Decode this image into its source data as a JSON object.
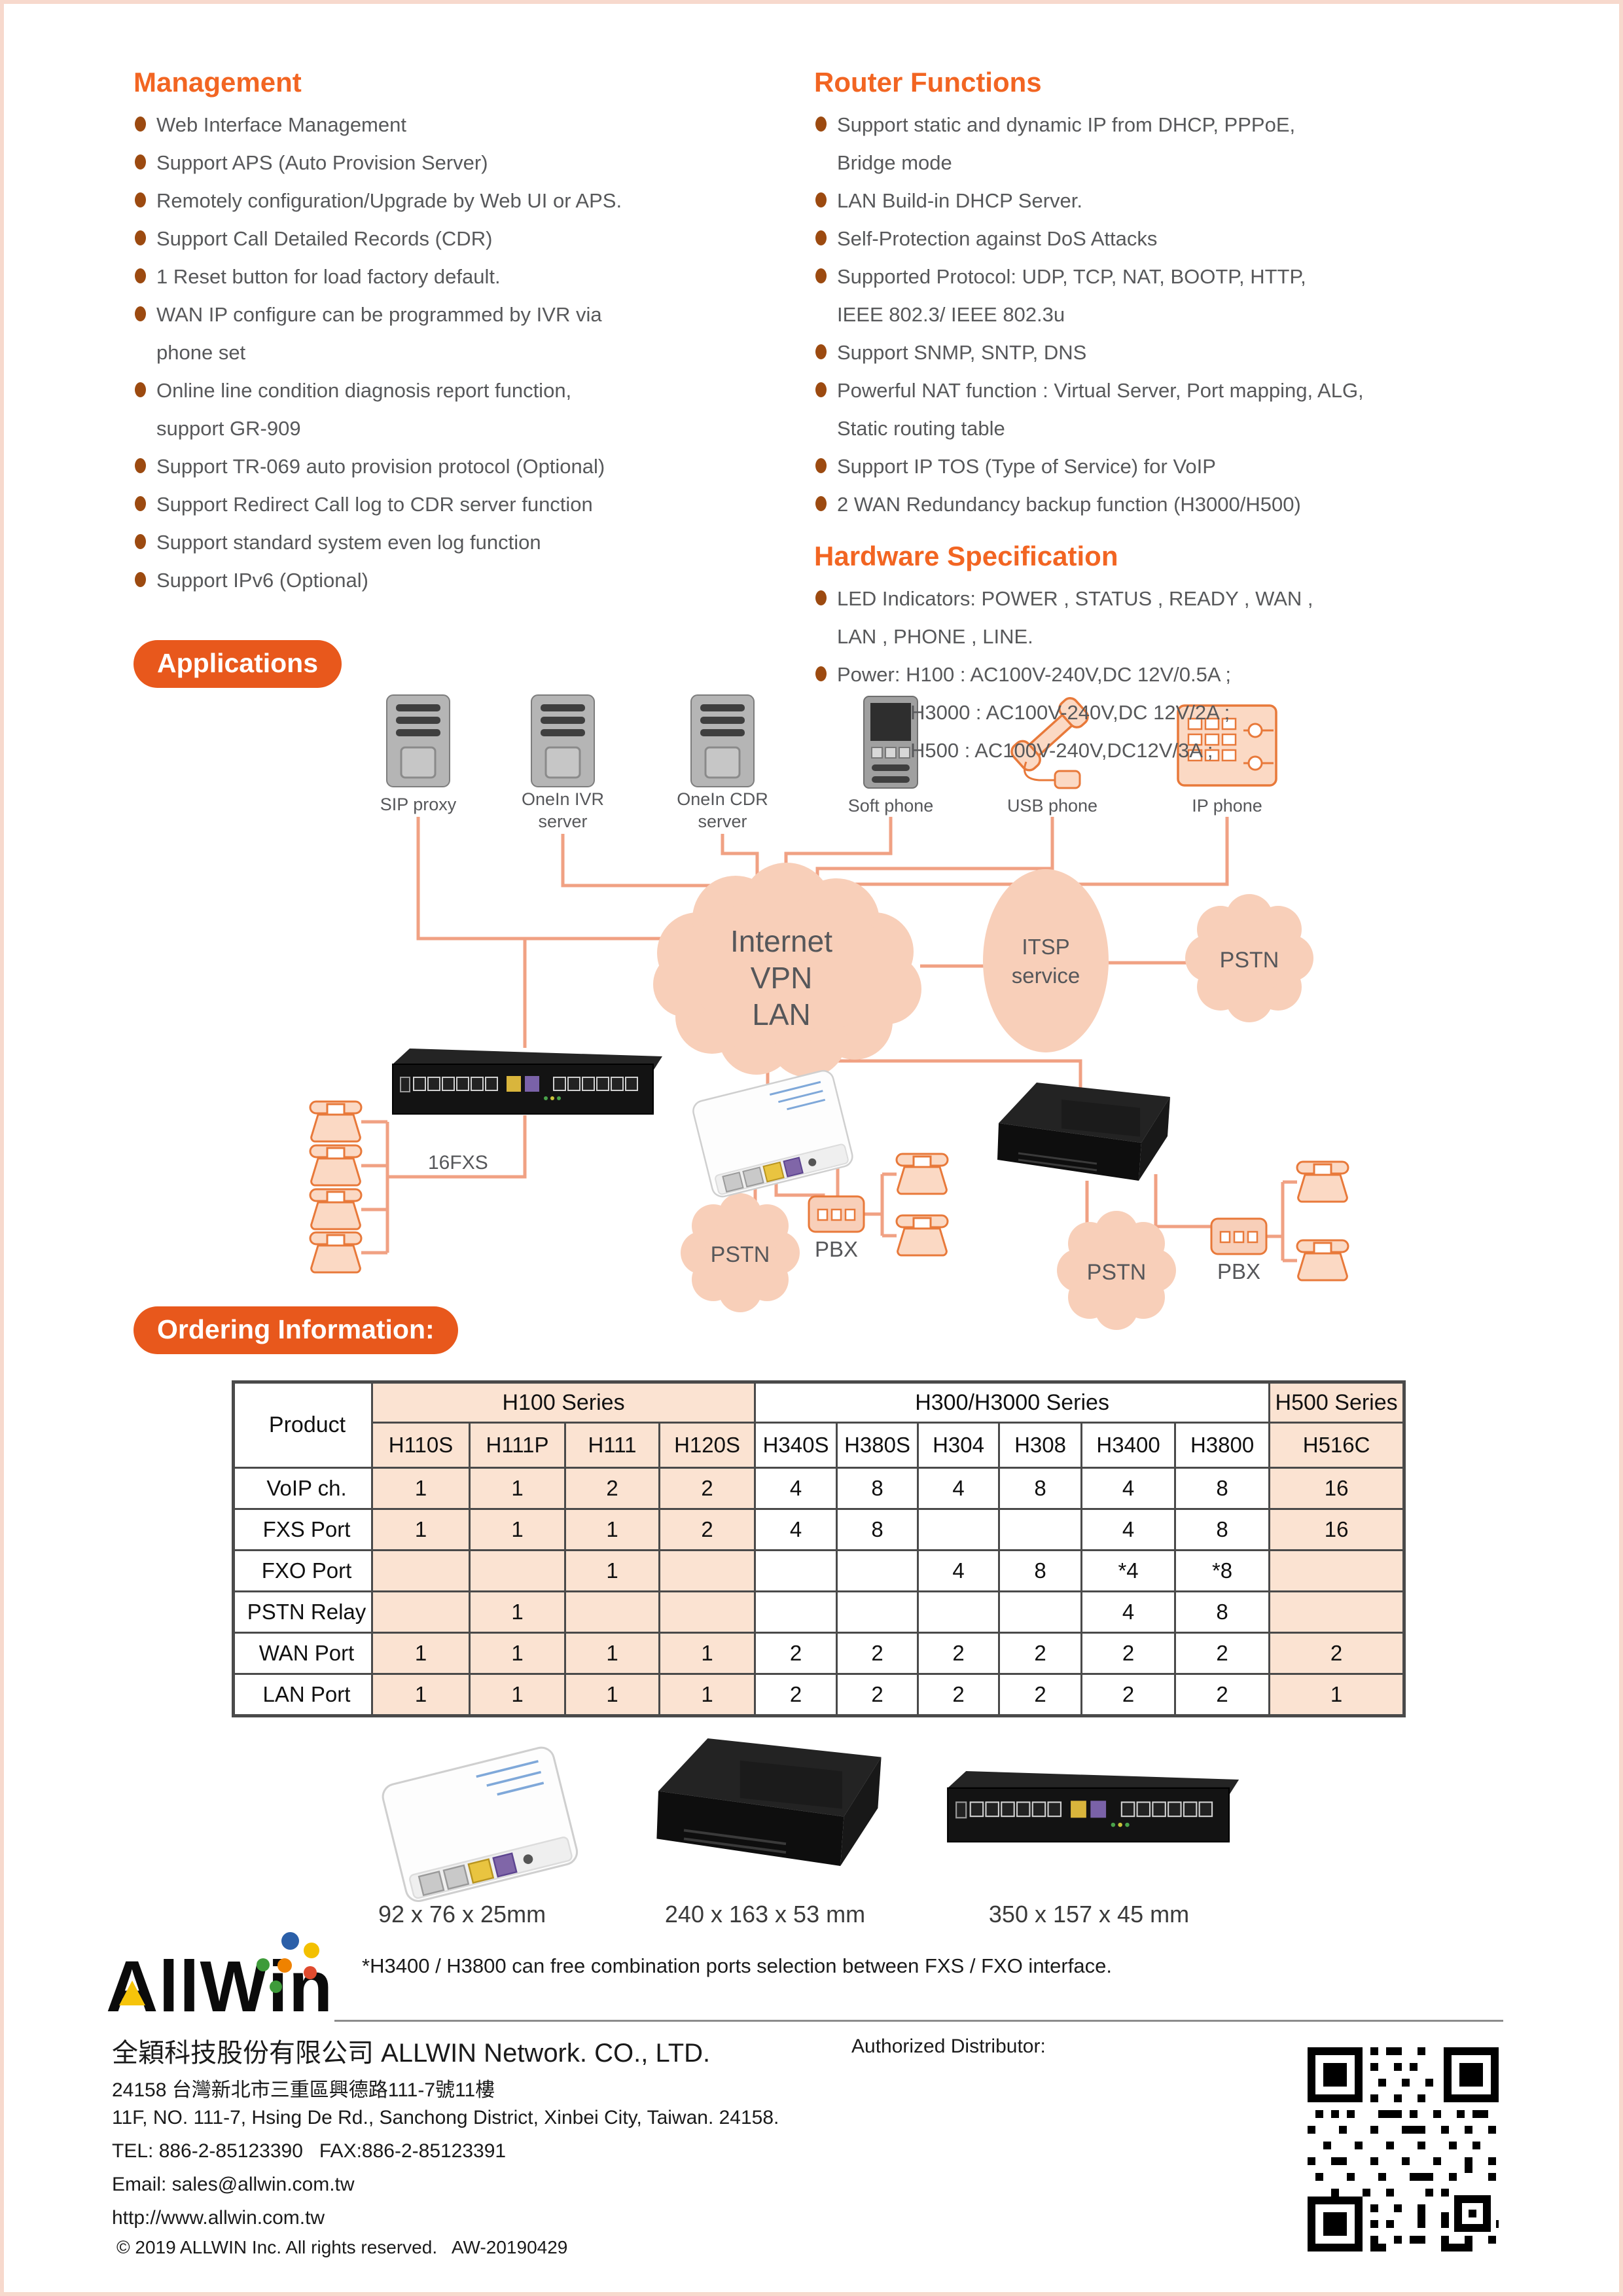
{
  "colors": {
    "accent": "#E8581C",
    "heading": "#F26522",
    "bullet": "#9C4A10",
    "body_text": "#57585A",
    "table_peach": "#FBE3D2",
    "diagram_line": "#F0A183",
    "cloud_fill": "#F8CFB9"
  },
  "features": {
    "management": {
      "title": "Management",
      "items": [
        {
          "lines": [
            "Web Interface Management"
          ]
        },
        {
          "lines": [
            "Support APS (Auto Provision Server)"
          ]
        },
        {
          "lines": [
            "Remotely configuration/Upgrade by Web UI or APS."
          ]
        },
        {
          "lines": [
            "Support Call Detailed Records (CDR)"
          ]
        },
        {
          "lines": [
            "1 Reset button for load factory default."
          ]
        },
        {
          "lines": [
            "WAN IP configure can be programmed by IVR via",
            "phone set"
          ]
        },
        {
          "lines": [
            "Online line condition diagnosis report function,",
            "support GR-909"
          ]
        },
        {
          "lines": [
            "Support TR-069 auto provision protocol (Optional)"
          ]
        },
        {
          "lines": [
            "Support Redirect Call log to CDR server function"
          ]
        },
        {
          "lines": [
            "Support standard system even log function"
          ]
        },
        {
          "lines": [
            "Support IPv6 (Optional)"
          ]
        }
      ]
    },
    "router": {
      "title": "Router Functions",
      "items": [
        {
          "lines": [
            "Support static and dynamic IP from DHCP, PPPoE,",
            "Bridge mode"
          ]
        },
        {
          "lines": [
            "LAN Build-in DHCP Server."
          ]
        },
        {
          "lines": [
            "Self-Protection against DoS Attacks"
          ]
        },
        {
          "lines": [
            "Supported Protocol: UDP, TCP, NAT, BOOTP, HTTP,",
            "IEEE 802.3/ IEEE 802.3u"
          ]
        },
        {
          "lines": [
            "Support SNMP, SNTP, DNS"
          ]
        },
        {
          "lines": [
            "Powerful NAT function : Virtual Server, Port mapping, ALG,",
            "Static routing table"
          ]
        },
        {
          "lines": [
            "Support IP TOS (Type of Service) for VoIP"
          ]
        },
        {
          "lines": [
            "2 WAN Redundancy backup function (H3000/H500)"
          ]
        }
      ]
    },
    "hardware": {
      "title": "Hardware Specification",
      "items": [
        {
          "lines": [
            "LED Indicators: POWER , STATUS , READY , WAN ,",
            "LAN , PHONE , LINE."
          ]
        },
        {
          "lines": [
            "Power: H100 : AC100V-240V,DC 12V/0.5A ;",
            "             H3000 : AC100V-240V,DC 12V/2A ;",
            "             H500 : AC100V-240V,DC12V/3A ;"
          ]
        }
      ]
    }
  },
  "applications": {
    "badge": "Applications",
    "nodes": {
      "sip": "SIP proxy",
      "ivr1": "OneIn IVR",
      "ivr2": "server",
      "cdr1": "OneIn CDR",
      "cdr2": "server",
      "soft": "Soft phone",
      "usb": "USB phone",
      "ip": "IP phone"
    },
    "clouds": {
      "internet1": "Internet",
      "internet2": "VPN",
      "internet3": "LAN",
      "itsp1": "ITSP",
      "itsp2": "service",
      "pstn_top": "PSTN"
    },
    "labels": {
      "fxs16": "16FXS",
      "pstn_mid": "PSTN",
      "pbx_mid": "PBX",
      "pstn_right": "PSTN",
      "pbx_right": "PBX"
    }
  },
  "ordering": {
    "badge": "Ordering Information:",
    "table": {
      "product_header": "Product",
      "groups": [
        {
          "label": "H100 Series",
          "span": 4
        },
        {
          "label": "H300/H3000 Series",
          "span": 6
        },
        {
          "label": "H500 Series",
          "span": 1
        }
      ],
      "models": [
        "H110S",
        "H111P",
        "H111",
        "H120S",
        "H340S",
        "H380S",
        "H304",
        "H308",
        "H3400",
        "H3800",
        "H516C"
      ],
      "rows": [
        {
          "label": "VoIP ch.",
          "values": [
            "1",
            "1",
            "2",
            "2",
            "4",
            "8",
            "4",
            "8",
            "4",
            "8",
            "16"
          ]
        },
        {
          "label": "FXS Port",
          "values": [
            "1",
            "1",
            "1",
            "2",
            "4",
            "8",
            "",
            "",
            "4",
            "8",
            "16"
          ]
        },
        {
          "label": "FXO Port",
          "values": [
            "",
            "",
            "1",
            "",
            "",
            "",
            "4",
            "8",
            "*4",
            "*8",
            ""
          ]
        },
        {
          "label": "PSTN Relay",
          "values": [
            "",
            "1",
            "",
            "",
            "",
            "",
            "",
            "",
            "4",
            "8",
            ""
          ]
        },
        {
          "label": "WAN Port",
          "values": [
            "1",
            "1",
            "1",
            "1",
            "2",
            "2",
            "2",
            "2",
            "2",
            "2",
            "2"
          ]
        },
        {
          "label": "LAN Port",
          "values": [
            "1",
            "1",
            "1",
            "1",
            "2",
            "2",
            "2",
            "2",
            "2",
            "2",
            "1"
          ]
        }
      ]
    }
  },
  "products": {
    "dims": [
      "92 x 76 x 25mm",
      "240 x 163 x 53 mm",
      "350 x 157 x 45 mm"
    ],
    "footnote": "*H3400 / H3800 can free combination ports selection between FXS / FXO interface."
  },
  "footer": {
    "logo_text": "AllWin",
    "company": "全穎科技股份有限公司 ALLWIN Network. CO., LTD.",
    "address_zh": "24158 台灣新北市三重區興德路111-7號11樓",
    "address_en": "11F, NO. 111-7, Hsing De Rd., Sanchong District, Xinbei City, Taiwan. 24158.",
    "tel_fax": "TEL: 886-2-85123390   FAX:886-2-85123391",
    "email": "Email: sales@allwin.com.tw",
    "website": "http://www.allwin.com.tw",
    "copyright": "© 2019 ALLWIN Inc. All rights reserved.   AW-20190429",
    "distributor": "Authorized Distributor:"
  }
}
